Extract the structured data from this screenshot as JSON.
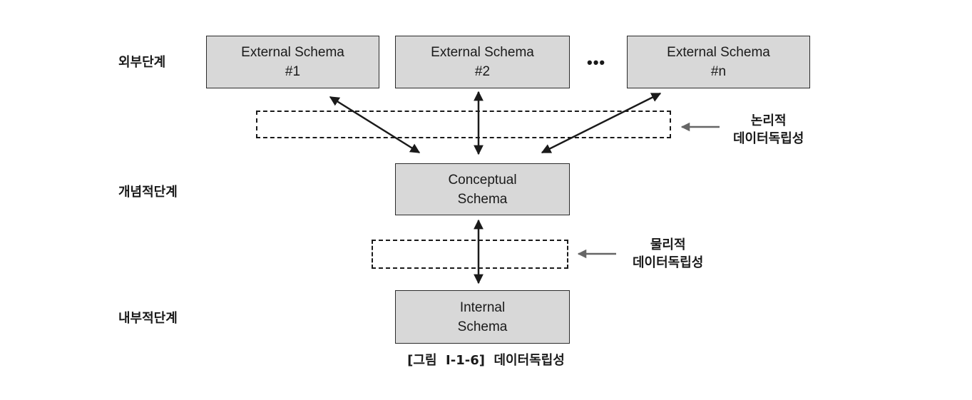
{
  "levels": {
    "external": "외부단계",
    "conceptual": "개념적단계",
    "internal": "내부적단계"
  },
  "external_schemas": [
    {
      "line1": "External  Schema",
      "line2": "#1"
    },
    {
      "line1": "External  Schema",
      "line2": "#2"
    },
    {
      "line1": "External  Schema",
      "line2": "#n"
    }
  ],
  "ellipsis": "•••",
  "conceptual_schema": {
    "line1": "Conceptual",
    "line2": "Schema"
  },
  "internal_schema": {
    "line1": "Internal",
    "line2": "Schema"
  },
  "logical_independence": {
    "line1": "논리적",
    "line2": "데이터독립성"
  },
  "physical_independence": {
    "line1": "물리적",
    "line2": "데이터독립성"
  },
  "caption": "[그림  Ⅰ-1-6]  데이터독립성",
  "colors": {
    "box_fill": "#d8d8d8",
    "stroke": "#1a1a1a",
    "pointer_arrow": "#666666"
  }
}
